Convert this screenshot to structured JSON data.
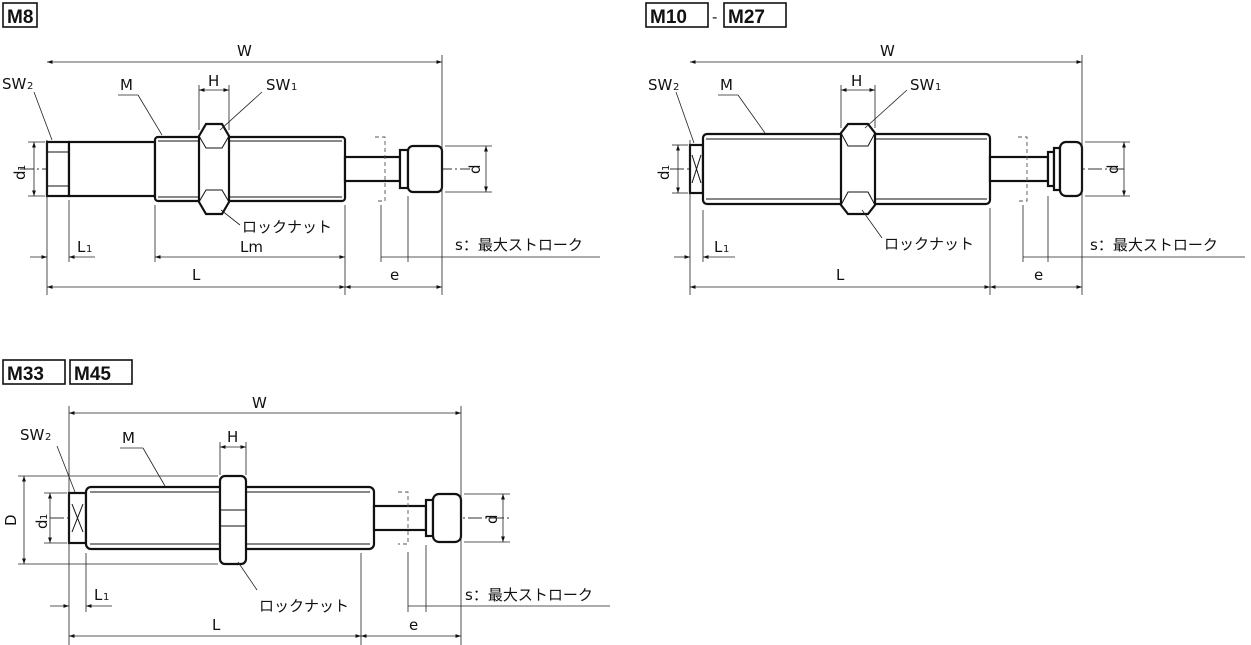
{
  "colors": {
    "line": "#111111",
    "background": "#ffffff"
  },
  "views": {
    "m8": {
      "title": "M8",
      "labels": {
        "W": "W",
        "M": "M",
        "H": "H",
        "sw1": "SW",
        "sw1_sub": "1",
        "sw2": "SW",
        "sw2_sub": "2",
        "d1": "d",
        "d1_sub": "1",
        "d": "d",
        "L1": "L",
        "L1_sub": "1",
        "Lm": "Lm",
        "L": "L",
        "e": "e",
        "locknut": "ロックナット",
        "stroke": "s：最大ストローク"
      }
    },
    "m10_m27": {
      "title_a": "M10",
      "separator": "-",
      "title_b": "M27",
      "labels": {
        "W": "W",
        "M": "M",
        "H": "H",
        "sw1": "SW",
        "sw1_sub": "1",
        "sw2": "SW",
        "sw2_sub": "2",
        "d1": "d",
        "d1_sub": "1",
        "d": "d",
        "L1": "L",
        "L1_sub": "1",
        "L": "L",
        "e": "e",
        "locknut": "ロックナット",
        "stroke": "s：最大ストローク"
      }
    },
    "m33_m45": {
      "title_a": "M33",
      "title_b": "M45",
      "labels": {
        "W": "W",
        "M": "M",
        "H": "H",
        "sw2": "SW",
        "sw2_sub": "2",
        "D": "D",
        "d1": "d",
        "d1_sub": "1",
        "d": "d",
        "L1": "L",
        "L1_sub": "1",
        "L": "L",
        "e": "e",
        "locknut": "ロックナット",
        "stroke": "s：最大ストローク"
      }
    }
  }
}
